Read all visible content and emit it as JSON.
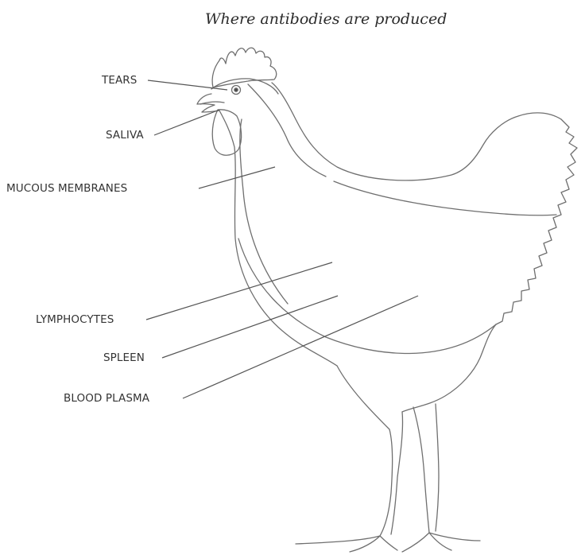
{
  "diagram": {
    "title": "Where antibodies are produced",
    "labels": {
      "tears": "TEARS",
      "saliva": "SALIVA",
      "mucous": "MUCOUS MEMBRANES",
      "lymphocytes": "LYMPHOCYTES",
      "spleen": "SPLEEN",
      "plasma": "BLOOD PLASMA"
    },
    "colors": {
      "outline": "#6f6f6f",
      "leader": "#555555",
      "text": "#333333",
      "background": "#ffffff"
    }
  }
}
